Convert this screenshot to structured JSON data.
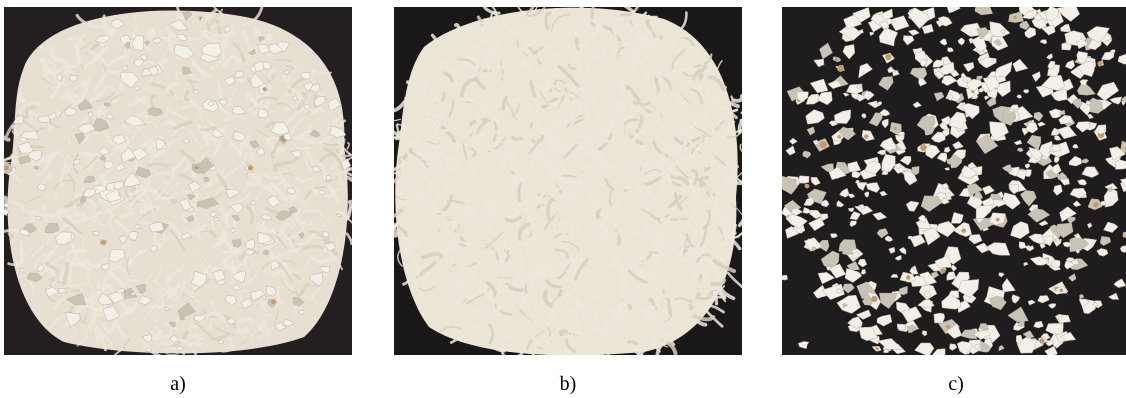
{
  "figure": {
    "panels": [
      {
        "id": "a",
        "caption": "a)",
        "depicts": "mixed-fluff-and-flake-sample"
      },
      {
        "id": "b",
        "caption": "b)",
        "depicts": "fluff-fibre-sample"
      },
      {
        "id": "c",
        "caption": "c)",
        "depicts": "flake-sample"
      }
    ],
    "colors": {
      "background": "#1e1b1d",
      "fibre": "#ede8dc",
      "flake": "#f3f0ea",
      "flake_shadow": "#c9c3b6",
      "fleck": "#c79a63"
    }
  }
}
